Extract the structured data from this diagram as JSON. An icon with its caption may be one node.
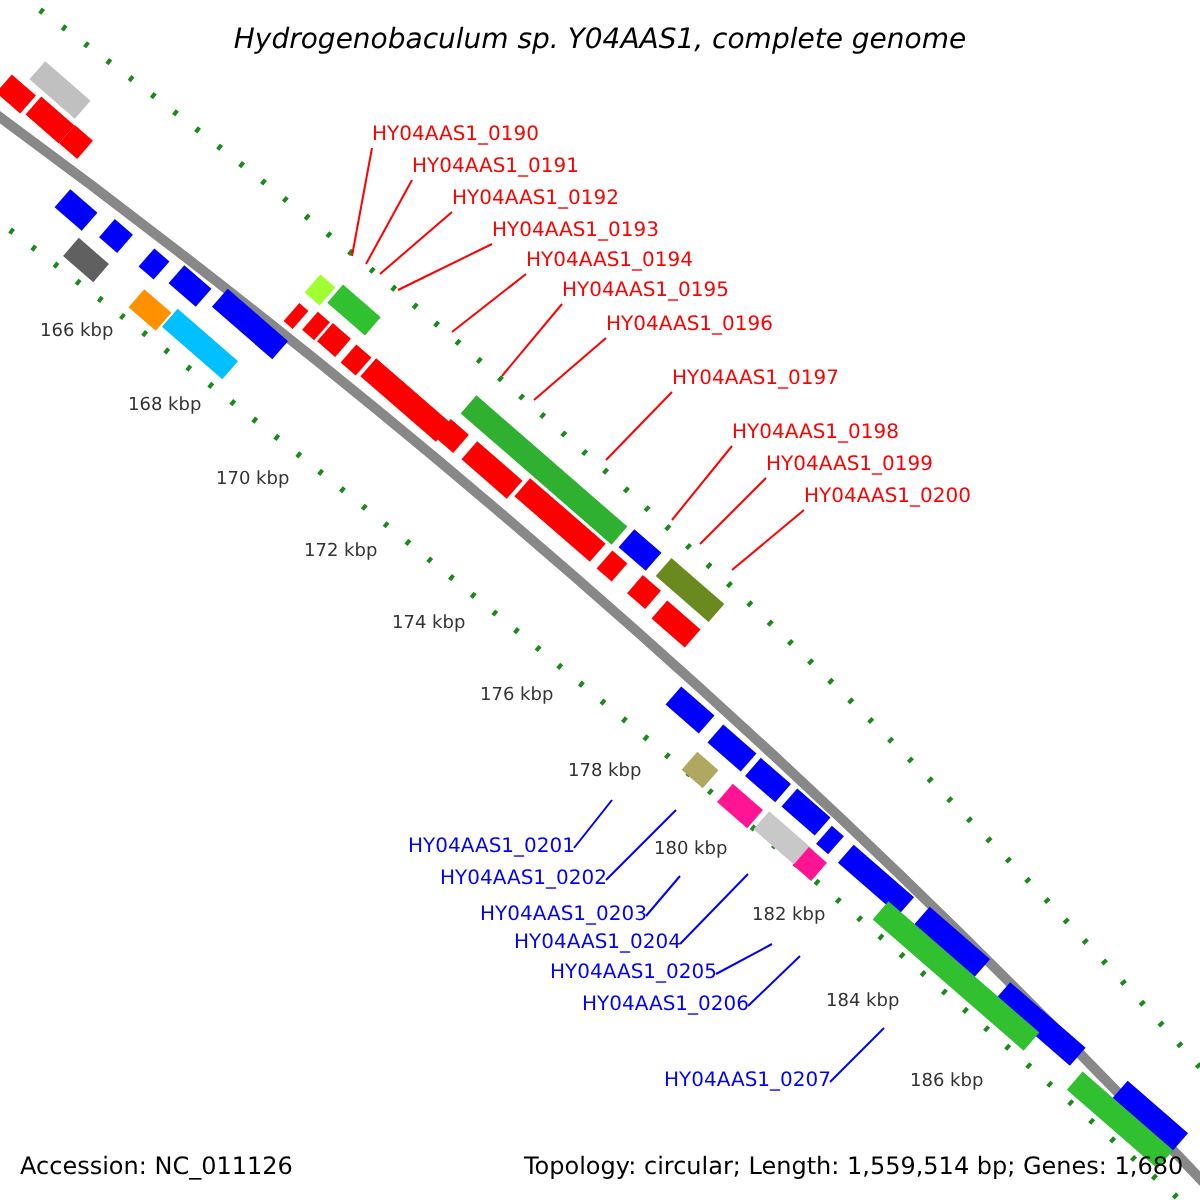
{
  "diagram": {
    "title": "Hydrogenobaculum sp. Y04AAS1, complete genome",
    "nodes": [
      {
        "text": [
          "HY04AAS1_0190"
        ]
      },
      {
        "text": [
          "HY04AAS1_0191"
        ]
      },
      {
        "text": [
          "HY04AAS1_0192"
        ]
      },
      {
        "text": [
          "HY04AAS1_0193"
        ]
      },
      {
        "text": [
          "HY04AAS1_0194"
        ]
      },
      {
        "text": [
          "HY04AAS1_0195"
        ]
      },
      {
        "text": [
          "HY04AAS1_0196"
        ]
      },
      {
        "text": [
          "HY04AAS1_0197"
        ]
      },
      {
        "text": [
          "HY04AAS1_0198"
        ]
      },
      {
        "text": [
          "HY04AAS1_0199"
        ]
      },
      {
        "text": [
          "HY04AAS1_0200"
        ]
      },
      {
        "text": [
          "HY04AAS1_0201"
        ]
      },
      {
        "text": [
          "HY04AAS1_0202"
        ]
      },
      {
        "text": [
          "HY04AAS1_0203"
        ]
      },
      {
        "text": [
          "HY04AAS1_0204"
        ]
      },
      {
        "text": [
          "HY04AAS1_0205"
        ]
      },
      {
        "text": [
          "HY04AAS1_0206"
        ]
      },
      {
        "text": [
          "HY04AAS1_0207"
        ]
      }
    ],
    "edges": [
      {
        "from": 0,
        "to": null,
        "arrow": "none"
      },
      {
        "from": 1,
        "to": null,
        "arrow": "none"
      },
      {
        "from": 2,
        "to": null,
        "arrow": "none"
      },
      {
        "from": 3,
        "to": null,
        "arrow": "none"
      },
      {
        "from": 4,
        "to": null,
        "arrow": "none"
      },
      {
        "from": 5,
        "to": null,
        "arrow": "none"
      },
      {
        "from": 6,
        "to": null,
        "arrow": "none"
      },
      {
        "from": 7,
        "to": null,
        "arrow": "none"
      },
      {
        "from": 8,
        "to": null,
        "arrow": "none"
      },
      {
        "from": 9,
        "to": null,
        "arrow": "none"
      },
      {
        "from": 10,
        "to": null,
        "arrow": "none"
      },
      {
        "from": 11,
        "to": null,
        "arrow": "none",
        "color": "#0000ff"
      },
      {
        "from": 12,
        "to": null,
        "arrow": "none",
        "color": "#0000ff"
      },
      {
        "from": 13,
        "to": null,
        "arrow": "none",
        "color": "#0000ff"
      },
      {
        "from": 14,
        "to": null,
        "arrow": "none",
        "color": "#0000ff"
      },
      {
        "from": 15,
        "to": null,
        "arrow": "none",
        "color": "#0000ff"
      },
      {
        "from": 16,
        "to": null,
        "arrow": "none",
        "color": "#0000ff"
      },
      {
        "from": 17,
        "to": null,
        "arrow": "none",
        "color": "#0000ff"
      }
    ],
    "labels": [
      "166 kbp",
      "168 kbp",
      "170 kbp",
      "172 kbp",
      "174 kbp",
      "176 kbp",
      "178 kbp",
      "180 kbp",
      "182 kbp",
      "184 kbp",
      "186 kbp",
      "Accession: NC_011126",
      "Topology: circular; Length: 1,559,514 bp; Genes: 1,680"
    ]
  }
}
